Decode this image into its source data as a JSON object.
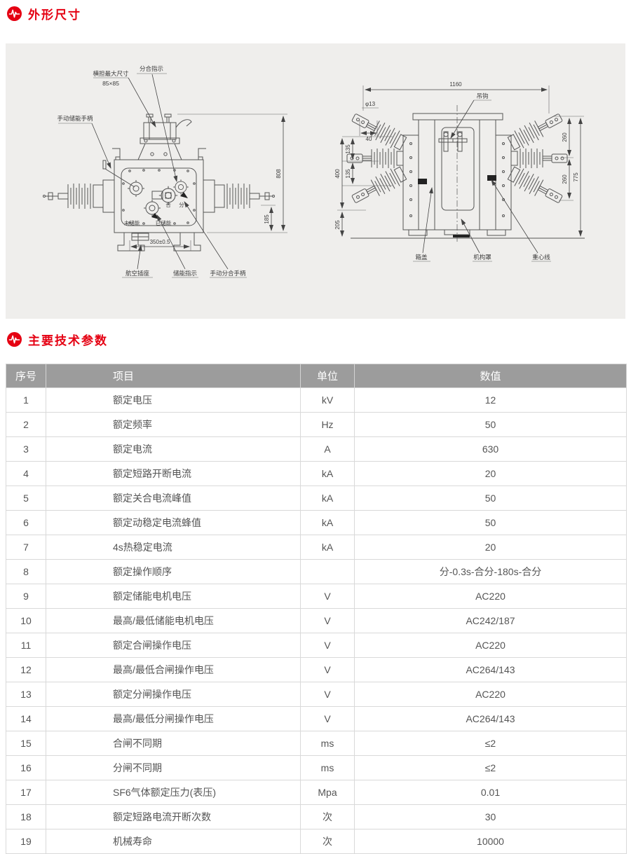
{
  "page": {
    "section1_title": "外形尺寸",
    "section2_title": "主要技术参数"
  },
  "drawings": {
    "front_view": {
      "labels": {
        "crossarm_max": "横担最大尺寸",
        "crossarm_size": "85×85",
        "open_close_indicator": "分合指示",
        "manual_charge_handle": "手动储能手柄",
        "close": "合",
        "open": "分",
        "not_charged": "未储能",
        "charged": "已储能",
        "aviation_socket": "航空插座",
        "charge_indicator": "储能指示",
        "manual_switch_handle": "手动分合手柄"
      },
      "dims": {
        "total_height": "808",
        "base_height": "185",
        "foot_width": "350±0.5"
      }
    },
    "side_view": {
      "labels": {
        "lifting_hook": "吊钩",
        "box_cover": "箱盖",
        "mechanism_cover": "机构罩",
        "gravity_line": "重心线"
      },
      "dims": {
        "total_width": "1160",
        "hole_dia": "φ13",
        "hole_offset": "40",
        "gap_left_1": "135",
        "gap_left_2": "135",
        "left_height": "400",
        "bottom_height": "205",
        "gap_right_1": "260",
        "gap_right_2": "260",
        "right_height": "775"
      }
    }
  },
  "table": {
    "headers": [
      "序号",
      "项目",
      "单位",
      "数值"
    ],
    "rows": [
      {
        "no": "1",
        "item": "额定电压",
        "unit": "kV",
        "value": "12"
      },
      {
        "no": "2",
        "item": "额定频率",
        "unit": "Hz",
        "value": "50"
      },
      {
        "no": "3",
        "item": "额定电流",
        "unit": "A",
        "value": "630"
      },
      {
        "no": "4",
        "item": "额定短路开断电流",
        "unit": "kA",
        "value": "20"
      },
      {
        "no": "5",
        "item": "额定关合电流峰值",
        "unit": "kA",
        "value": "50"
      },
      {
        "no": "6",
        "item": "额定动稳定电流蜂值",
        "unit": "kA",
        "value": "50"
      },
      {
        "no": "7",
        "item": "4s热稳定电流",
        "unit": "kA",
        "value": "20"
      },
      {
        "no": "8",
        "item": "额定操作顺序",
        "unit": "",
        "value": "分-0.3s-合分-180s-合分"
      },
      {
        "no": "9",
        "item": "额定储能电机电压",
        "unit": "V",
        "value": "AC220"
      },
      {
        "no": "10",
        "item": "最高/最低储能电机电压",
        "unit": "V",
        "value": "AC242/187"
      },
      {
        "no": "11",
        "item": "额定合闸操作电压",
        "unit": "V",
        "value": "AC220"
      },
      {
        "no": "12",
        "item": "最高/最低合闸操作电压",
        "unit": "V",
        "value": "AC264/143"
      },
      {
        "no": "13",
        "item": "额定分闸操作电压",
        "unit": "V",
        "value": "AC220"
      },
      {
        "no": "14",
        "item": "最高/最低分闸操作电压",
        "unit": "V",
        "value": "AC264/143"
      },
      {
        "no": "15",
        "item": "合闸不同期",
        "unit": "ms",
        "value": "≤2"
      },
      {
        "no": "16",
        "item": "分闸不同期",
        "unit": "ms",
        "value": "≤2"
      },
      {
        "no": "17",
        "item": "SF6气体额定压力(表压)",
        "unit": "Mpa",
        "value": "0.01"
      },
      {
        "no": "18",
        "item": "额定短路电流开断次数",
        "unit": "次",
        "value": "30"
      },
      {
        "no": "19",
        "item": "机械寿命",
        "unit": "次",
        "value": "10000"
      }
    ]
  }
}
